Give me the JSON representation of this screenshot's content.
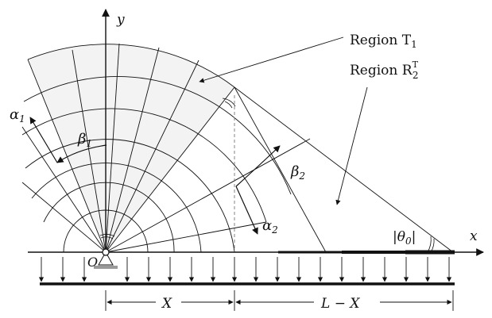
{
  "labels": {
    "y_axis": "y",
    "x_axis": "x",
    "origin": "O",
    "region_t": "Region T",
    "region_t_sub": "1",
    "region_r": "Region R",
    "region_r_sub": "2",
    "region_r_sup": "T",
    "alpha1": "α",
    "alpha1_sub": "1",
    "beta1": "β",
    "beta1_sub": "1",
    "alpha2": "α",
    "alpha2_sub": "2",
    "beta2": "β",
    "beta2_sub": "2",
    "theta0": "|θ",
    "theta0_sub": "0",
    "theta0_close": "|",
    "dim_x": "X",
    "dim_lx": "L − X"
  },
  "colors": {
    "line": "#111111",
    "shade": "#f3f3f3",
    "support": "#999999"
  }
}
